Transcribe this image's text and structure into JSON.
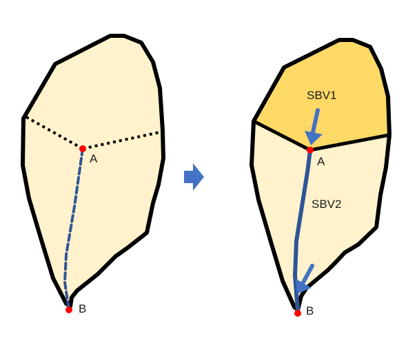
{
  "left_diagram": {
    "point_a": "A",
    "point_b": "B"
  },
  "right_diagram": {
    "upper_subbasin": "SBV1",
    "lower_subbasin": "SBV2",
    "point_a": "A",
    "point_b": "B"
  },
  "colors": {
    "basin_fill": "#fff2cc",
    "upper_subbasin_fill": "#ffd966",
    "outline": "#000000",
    "flow_path": "#2f5597",
    "arrow": "#4472c4",
    "outlet_point": "#ff0000"
  },
  "icons": {
    "transition": "right-arrow-icon",
    "flow_direction": "down-arrow-icon"
  }
}
